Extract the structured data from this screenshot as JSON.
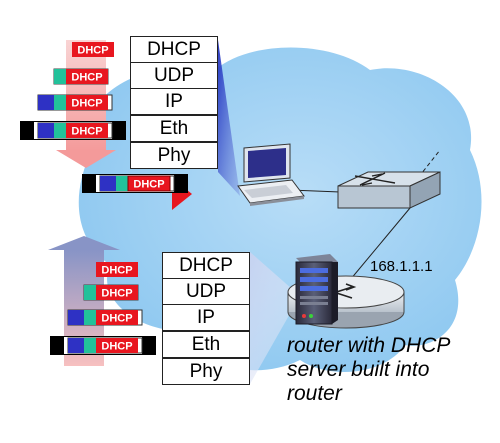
{
  "colors": {
    "cloud": "#9dd0f3",
    "dhcp_red": "#e8161f",
    "udp_teal": "#22c19a",
    "ip_blue": "#2e31c4",
    "eth_black": "#000000",
    "arrow_pink": "#f7b5b5",
    "arrow_steel": "#9aa6c8"
  },
  "client_stack": {
    "layers": [
      "DHCP",
      "UDP",
      "IP",
      "Eth",
      "Phy"
    ]
  },
  "server_stack": {
    "layers": [
      "DHCP",
      "UDP",
      "IP",
      "Eth",
      "Phy"
    ]
  },
  "packet_label": "DHCP",
  "router_address": "168.1.1.1",
  "router_caption": {
    "lines": [
      "router with DHCP",
      "server built into",
      "router"
    ]
  },
  "icons": [
    "laptop-icon",
    "switch-icon",
    "server-icon",
    "router-icon"
  ]
}
